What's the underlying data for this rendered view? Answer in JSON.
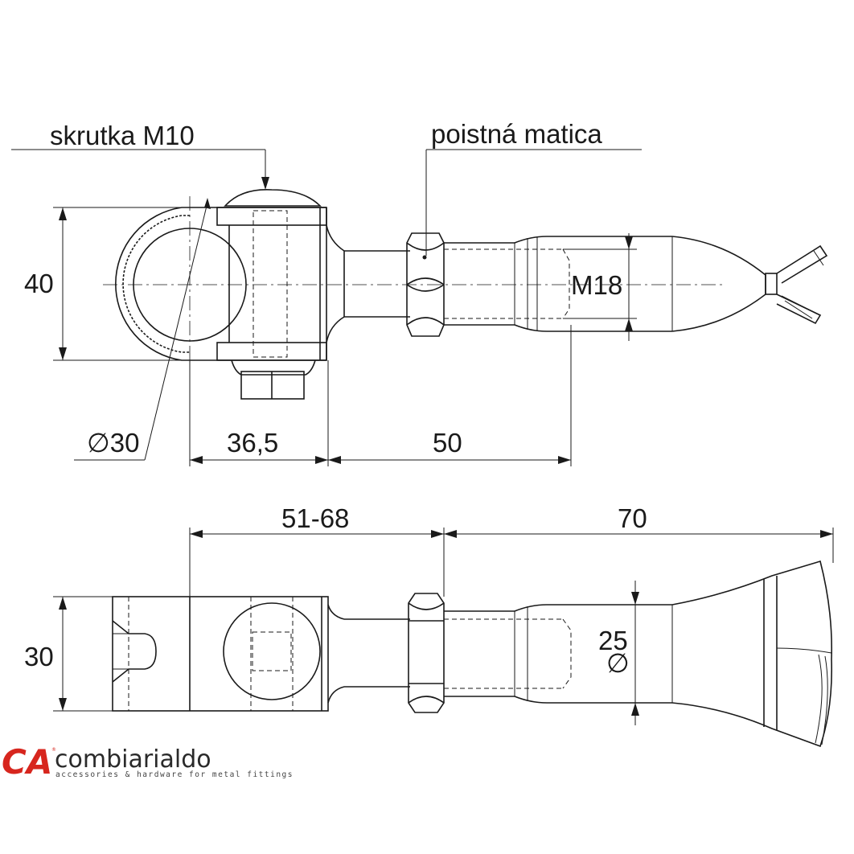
{
  "callouts": {
    "screw": "skrutka M10",
    "lock_nut": "poistná matica"
  },
  "top_view": {
    "dim_height": "40",
    "dim_diameter": "∅30",
    "dim_eye": "36,5",
    "dim_thread": "50",
    "dim_thread_size": "M18"
  },
  "bottom_view": {
    "dim_height": "30",
    "dim_adjust": "51-68",
    "dim_sleeve": "70",
    "dim_sleeve_diameter_value": "25",
    "dim_sleeve_diameter_symbol": "∅"
  },
  "logo": {
    "mark": "CA",
    "name": "combiarialdo",
    "tagline": "accessories & hardware for metal fittings",
    "registered": "®"
  },
  "colors": {
    "line": "#1a1a1a",
    "brand": "#d7261e"
  }
}
